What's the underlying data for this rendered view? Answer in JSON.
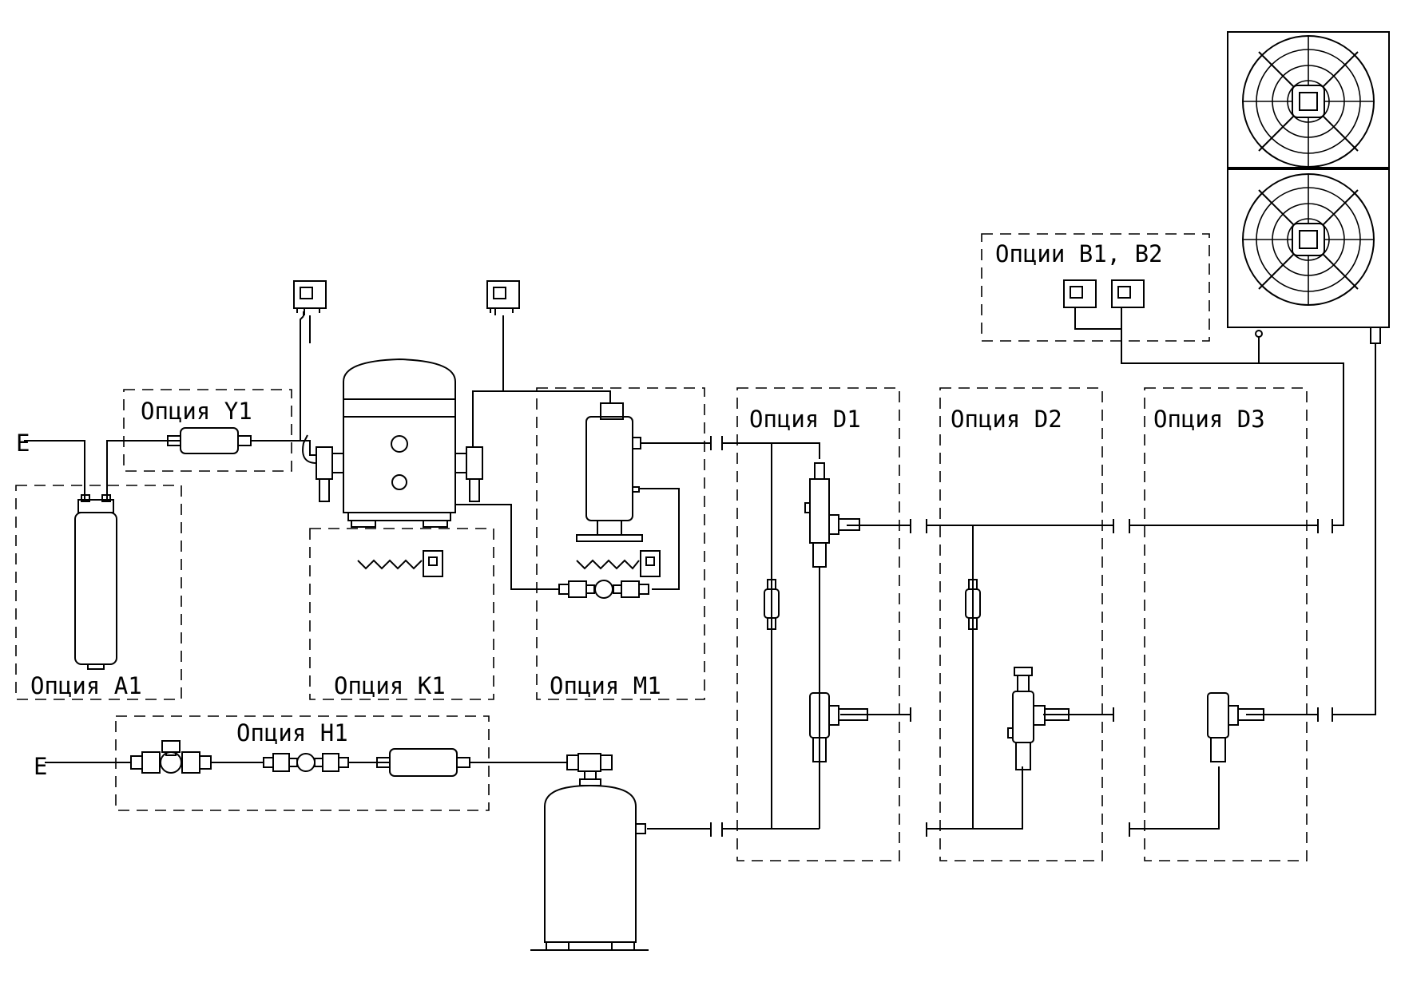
{
  "labels": {
    "y1": "Опция Y1",
    "a1": "Опция A1",
    "k1": "Опция K1",
    "m1": "Опция M1",
    "h1": "Опция H1",
    "d1": "Опция D1",
    "d2": "Опция D2",
    "d3": "Опция D3",
    "b": "Опции B1, B2"
  },
  "line_ends": {
    "suction_end": "E",
    "liquid_end": "E"
  }
}
